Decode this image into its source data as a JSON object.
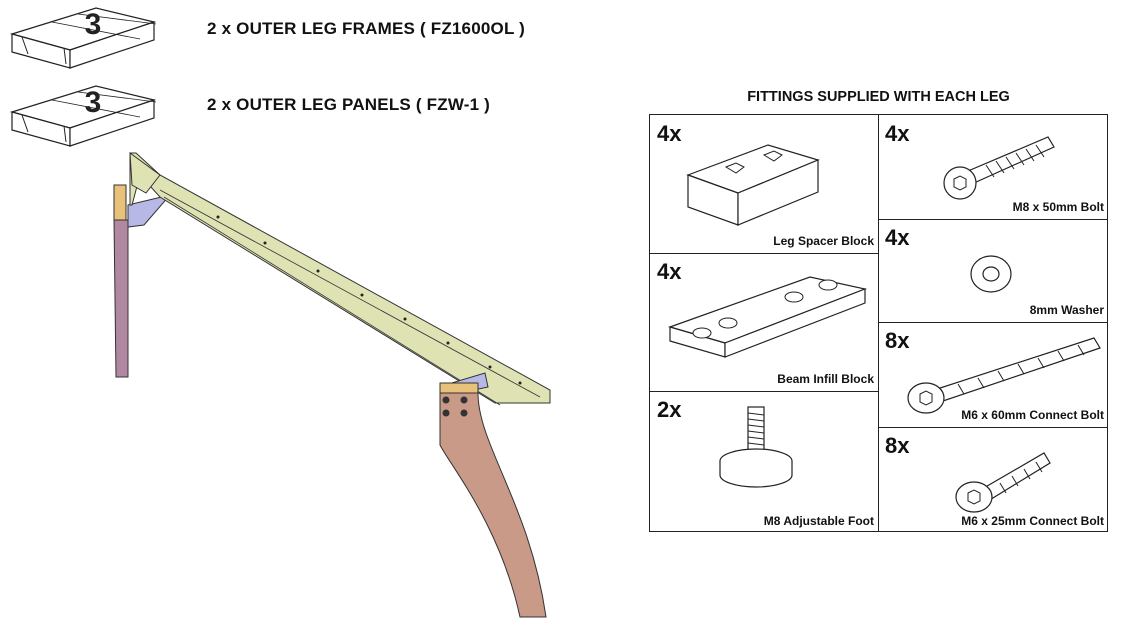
{
  "parts": [
    {
      "number": "3",
      "description": "2 x OUTER LEG FRAMES ( FZ1600OL )"
    },
    {
      "number": "3",
      "description": "2 x OUTER LEG PANELS ( FZW-1 )"
    }
  ],
  "fittings": {
    "title": "FITTINGS SUPPLIED WITH EACH LEG",
    "items": [
      {
        "qty": "4x",
        "label": "Leg Spacer Block",
        "icon": "spacer-block-icon"
      },
      {
        "qty": "4x",
        "label": "Beam Infill Block",
        "icon": "infill-block-icon"
      },
      {
        "qty": "2x",
        "label": "M8 Adjustable Foot",
        "icon": "adjustable-foot-icon"
      },
      {
        "qty": "4x",
        "label": "M8 x 50mm Bolt",
        "icon": "bolt-icon"
      },
      {
        "qty": "4x",
        "label": "8mm Washer",
        "icon": "washer-icon"
      },
      {
        "qty": "8x",
        "label": "M6 x 60mm Connect Bolt",
        "icon": "long-bolt-icon"
      },
      {
        "qty": "8x",
        "label": "M6 x 25mm Connect Bolt",
        "icon": "short-bolt-icon"
      }
    ]
  },
  "colors": {
    "frame": "#dfe3b4",
    "panel": "#c99a88",
    "bracket": "#b8b8e6",
    "spacer": "#e8c27a"
  }
}
